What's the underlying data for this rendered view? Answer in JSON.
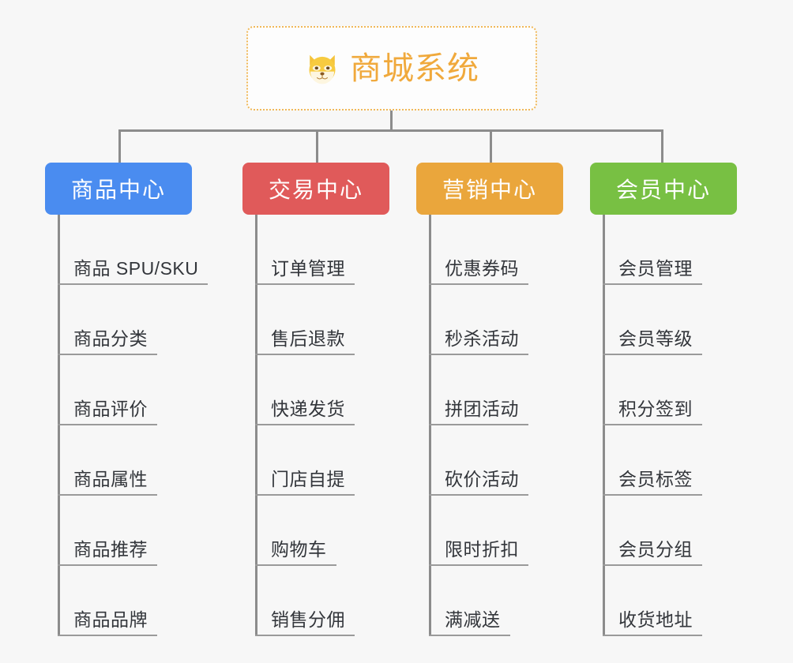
{
  "page": {
    "background_color": "#f7f7f7",
    "type": "mindmap"
  },
  "root": {
    "title": "商城系统",
    "icon": "shiba-dog-face-icon",
    "text_color": "#f0a93c",
    "border_color": "#f0b858",
    "background_color": "#fdfdfd"
  },
  "connector": {
    "color": "#8c8c8c"
  },
  "branches": [
    {
      "label": "商品中心",
      "color": "#4a8cf0",
      "items": [
        "商品 SPU/SKU",
        "商品分类",
        "商品评价",
        "商品属性",
        "商品推荐",
        "商品品牌"
      ]
    },
    {
      "label": "交易中心",
      "color": "#e05a5a",
      "items": [
        "订单管理",
        "售后退款",
        "快递发货",
        "门店自提",
        "购物车",
        "销售分佣"
      ]
    },
    {
      "label": "营销中心",
      "color": "#eaa63c",
      "items": [
        "优惠券码",
        "秒杀活动",
        "拼团活动",
        "砍价活动",
        "限时折扣",
        "满减送"
      ]
    },
    {
      "label": "会员中心",
      "color": "#78c043",
      "items": [
        "会员管理",
        "会员等级",
        "积分签到",
        "会员标签",
        "会员分组",
        "收货地址"
      ]
    }
  ]
}
